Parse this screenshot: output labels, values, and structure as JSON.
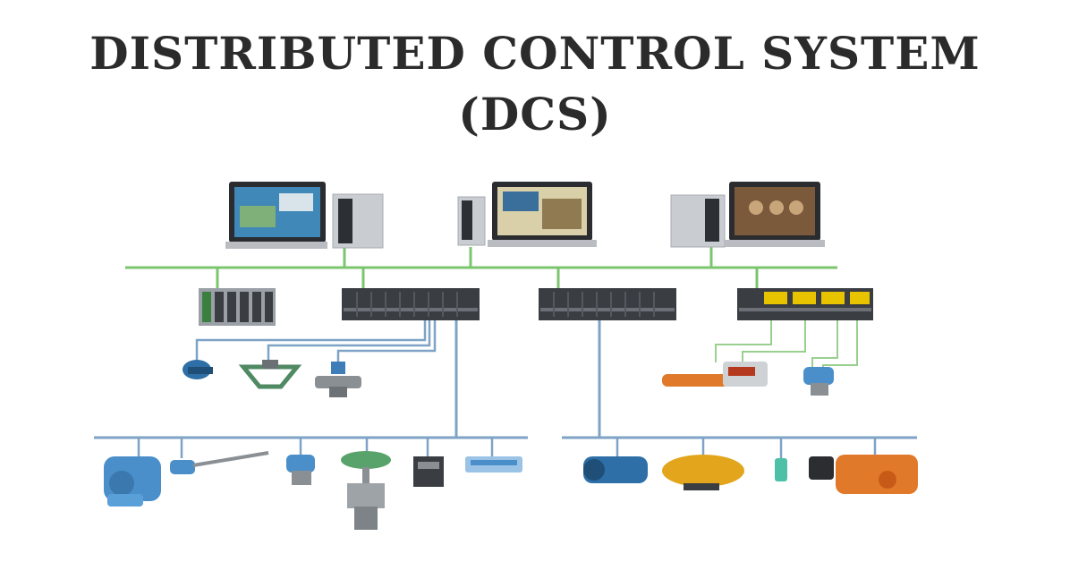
{
  "diagram": {
    "title_line1": "DISTRIBUTED CONTROL SYSTEM",
    "title_line2": "(DCS)"
  },
  "colors": {
    "control_network": "#7cc56f",
    "field_bus": "#7ea3c6",
    "hardware": "#3a3d42",
    "monitor_frame": "#2a2c30",
    "tower": "#c9ccd0",
    "io_yellow": "#e8c400",
    "field_blue": "#4a8fc9",
    "actuator_orange": "#e07a2a",
    "actuator_yellow": "#e2a51b",
    "title": "#2b2b2b"
  },
  "nodes": {
    "workstations": [
      "operator-station-1",
      "operator-station-2",
      "operator-station-3"
    ],
    "controllers": [
      "io-module-rack",
      "controller-1",
      "controller-2",
      "controller-3"
    ],
    "field_devices_left": [
      "pump",
      "temperature-probe",
      "pressure-transmitter",
      "control-valve",
      "junction-box",
      "terminal-block"
    ],
    "field_devices_right": [
      "motor",
      "actuator-yellow",
      "proximity-sensor",
      "actuator-orange"
    ]
  }
}
